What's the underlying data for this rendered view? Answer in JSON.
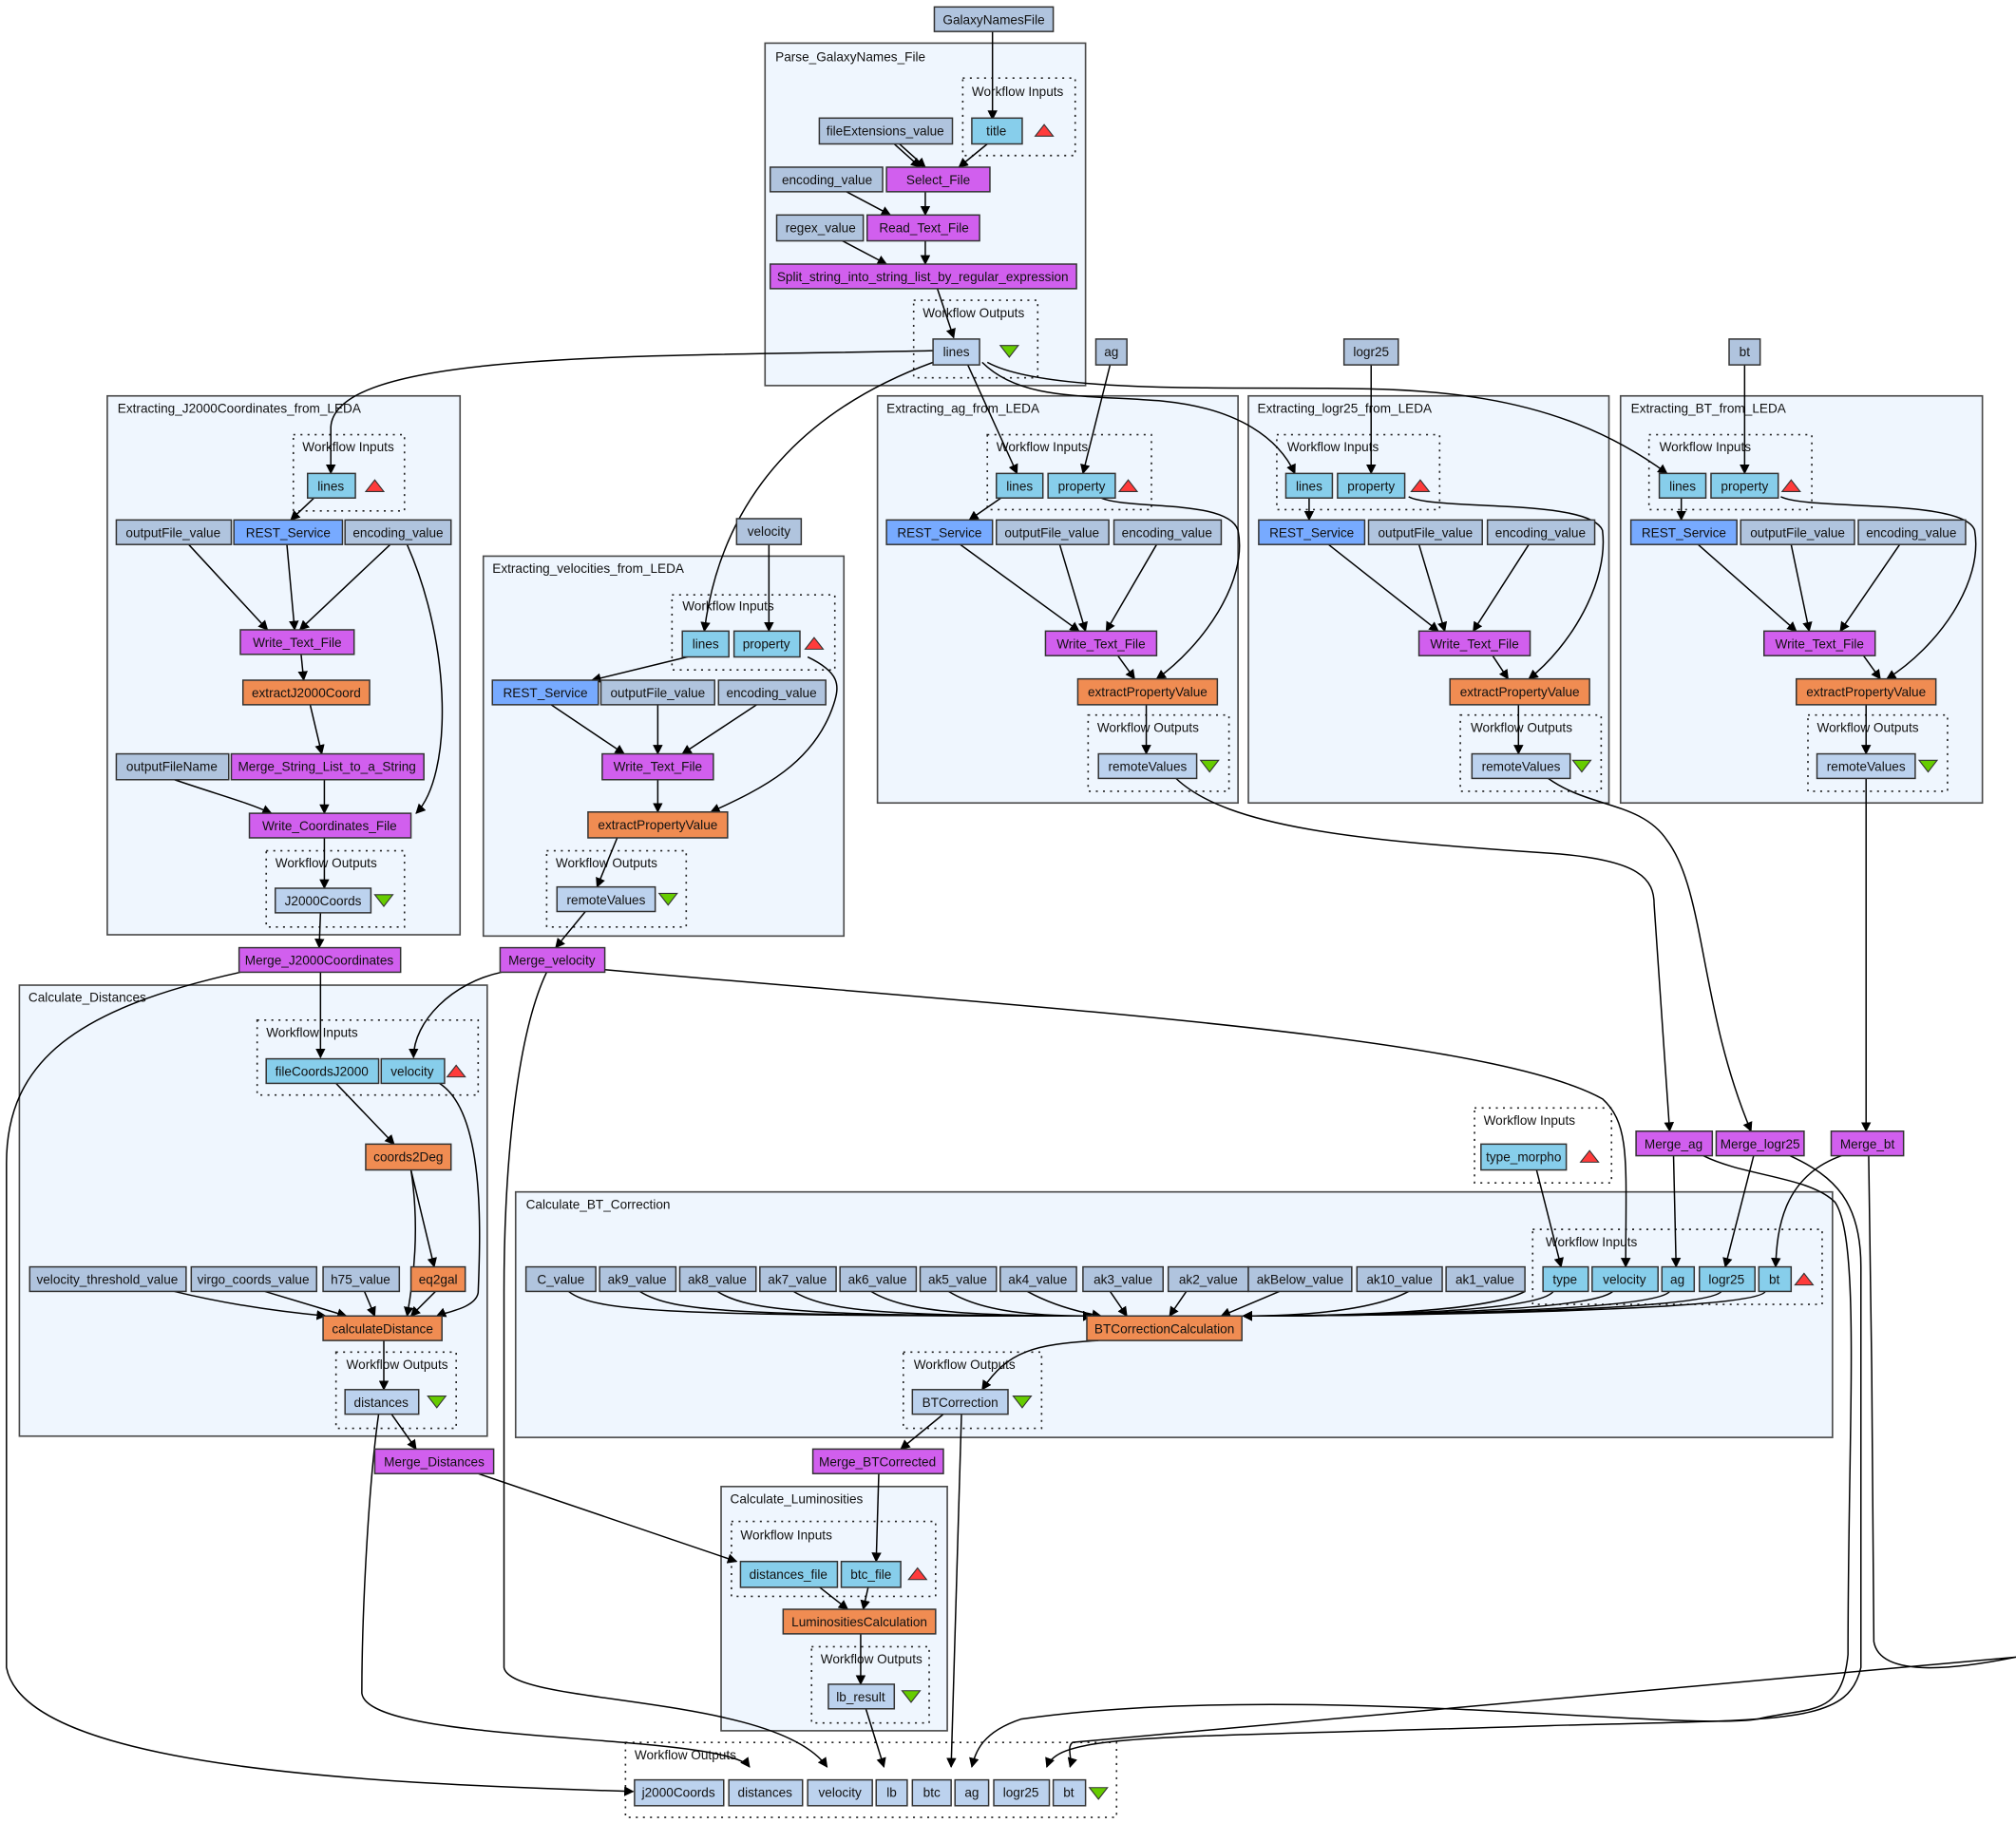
{
  "diagram": {
    "title": "Galaxy luminosity workflow (Taverna)",
    "colors": {
      "constant": "#b0c4de",
      "input_port": "#87ceeb",
      "output_port": "#bcd2ee",
      "beanshell": "#d15fee",
      "script": "#f08c52",
      "rest": "#77aaff",
      "cluster_fill": "#eff6fe",
      "input_marker": "#ff3b3b",
      "output_marker": "#66cc00"
    },
    "labels": {
      "workflow_inputs": "Workflow Inputs",
      "workflow_outputs": "Workflow Outputs"
    },
    "top_inputs": {
      "galaxy_names_file": "GalaxyNamesFile",
      "ag": "ag",
      "logr25": "logr25",
      "bt": "bt",
      "velocity": "velocity"
    },
    "clusters": {
      "parse": {
        "title": "Parse_GalaxyNames_File",
        "inputs": [
          "title"
        ],
        "nodes": {
          "fileExtensions": "fileExtensions_value",
          "encoding": "encoding_value",
          "select": "Select_File",
          "regex": "regex_value",
          "read": "Read_Text_File",
          "split": "Split_string_into_string_list_by_regular_expression"
        },
        "outputs": [
          "lines"
        ]
      },
      "j2000": {
        "title": "Extracting_J2000Coordinates_from_LEDA",
        "inputs": [
          "lines"
        ],
        "nodes": {
          "outputFile": "outputFile_value",
          "rest": "REST_Service",
          "encoding": "encoding_value",
          "write": "Write_Text_File",
          "extract": "extractJ2000Coord",
          "outputFileName": "outputFileName",
          "merge": "Merge_String_List_to_a_String",
          "writeCoords": "Write_Coordinates_File"
        },
        "outputs": [
          "J2000Coords"
        ]
      },
      "velocities": {
        "title": "Extracting_velocities_from_LEDA",
        "inputs": [
          "lines",
          "property"
        ],
        "nodes": {
          "rest": "REST_Service",
          "outputFile": "outputFile_value",
          "encoding": "encoding_value",
          "write": "Write_Text_File",
          "extract": "extractPropertyValue"
        },
        "outputs": [
          "remoteValues"
        ]
      },
      "ag": {
        "title": "Extracting_ag_from_LEDA",
        "inputs": [
          "lines",
          "property"
        ],
        "nodes": {
          "rest": "REST_Service",
          "outputFile": "outputFile_value",
          "encoding": "encoding_value",
          "write": "Write_Text_File",
          "extract": "extractPropertyValue"
        },
        "outputs": [
          "remoteValues"
        ]
      },
      "logr25": {
        "title": "Extracting_logr25_from_LEDA",
        "inputs": [
          "lines",
          "property"
        ],
        "nodes": {
          "rest": "REST_Service",
          "outputFile": "outputFile_value",
          "encoding": "encoding_value",
          "write": "Write_Text_File",
          "extract": "extractPropertyValue"
        },
        "outputs": [
          "remoteValues"
        ]
      },
      "bt": {
        "title": "Extracting_BT_from_LEDA",
        "inputs": [
          "lines",
          "property"
        ],
        "nodes": {
          "rest": "REST_Service",
          "outputFile": "outputFile_value",
          "encoding": "encoding_value",
          "write": "Write_Text_File",
          "extract": "extractPropertyValue"
        },
        "outputs": [
          "remoteValues"
        ]
      },
      "distances": {
        "title": "Calculate_Distances",
        "inputs": [
          "fileCoordsJ2000",
          "velocity"
        ],
        "nodes": {
          "coords2Deg": "coords2Deg",
          "velocityThreshold": "velocity_threshold_value",
          "virgoCoords": "virgo_coords_value",
          "h75": "h75_value",
          "eq2gal": "eq2gal",
          "calculate": "calculateDistance"
        },
        "outputs": [
          "distances"
        ]
      },
      "btcorr": {
        "title": "Calculate_BT_Correction",
        "inputs": [
          "type",
          "velocity",
          "ag",
          "logr25",
          "bt"
        ],
        "constants": [
          "C_value",
          "ak9_value",
          "ak8_value",
          "ak7_value",
          "ak6_value",
          "ak5_value",
          "ak4_value",
          "ak3_value",
          "ak2_value",
          "akBelow_value",
          "ak10_value",
          "ak1_value"
        ],
        "nodes": {
          "calc": "BTCorrectionCalculation"
        },
        "outputs": [
          "BTCorrection"
        ]
      },
      "lum": {
        "title": "Calculate_Luminosities",
        "inputs": [
          "distances_file",
          "btc_file"
        ],
        "nodes": {
          "calc": "LuminositiesCalculation"
        },
        "outputs": [
          "lb_result"
        ]
      }
    },
    "merges": {
      "j2000": "Merge_J2000Coordinates",
      "velocity": "Merge_velocity",
      "ag": "Merge_ag",
      "logr25": "Merge_logr25",
      "bt": "Merge_bt",
      "distances": "Merge_Distances",
      "btc": "Merge_BTCorrected"
    },
    "global_inputs": [
      "type_morpho"
    ],
    "global_outputs": [
      "j2000Coords",
      "distances",
      "velocity",
      "lb",
      "btc",
      "ag",
      "logr25",
      "bt"
    ]
  }
}
